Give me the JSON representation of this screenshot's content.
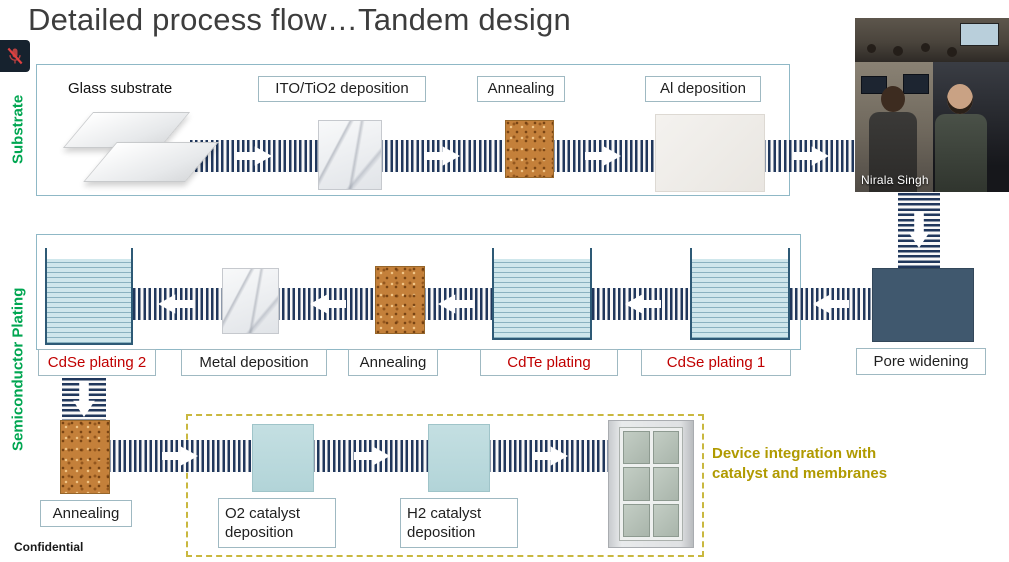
{
  "slide": {
    "title": "Detailed process flow…Tandem design",
    "confidential": "Confidential",
    "section_labels": {
      "substrate": "Substrate",
      "plating": "Semiconductor Plating"
    },
    "row1_steps": {
      "glass": "Glass substrate",
      "ito": "ITO/TiO2 deposition",
      "annealing": "Annealing",
      "al": "Al deposition"
    },
    "row2_steps": {
      "cdse2": "CdSe plating 2",
      "metal": "Metal deposition",
      "annealing": "Annealing",
      "cdte": "CdTe plating",
      "cdse1": "CdSe plating 1",
      "pore": "Pore widening"
    },
    "row3_steps": {
      "annealing": "Annealing",
      "o2": "O2 catalyst deposition",
      "h2": "H2 catalyst deposition"
    },
    "note": "Device integration with catalyst and membranes",
    "colors": {
      "red_step": "#C00000",
      "green_section": "#00A651",
      "note_gold": "#B09A00",
      "belt_navy": "#20375C",
      "frame_teal": "#8FB8C6"
    }
  },
  "meeting": {
    "participant_name": "Nirala Singh",
    "mic_status_icon": "mic-muted"
  }
}
